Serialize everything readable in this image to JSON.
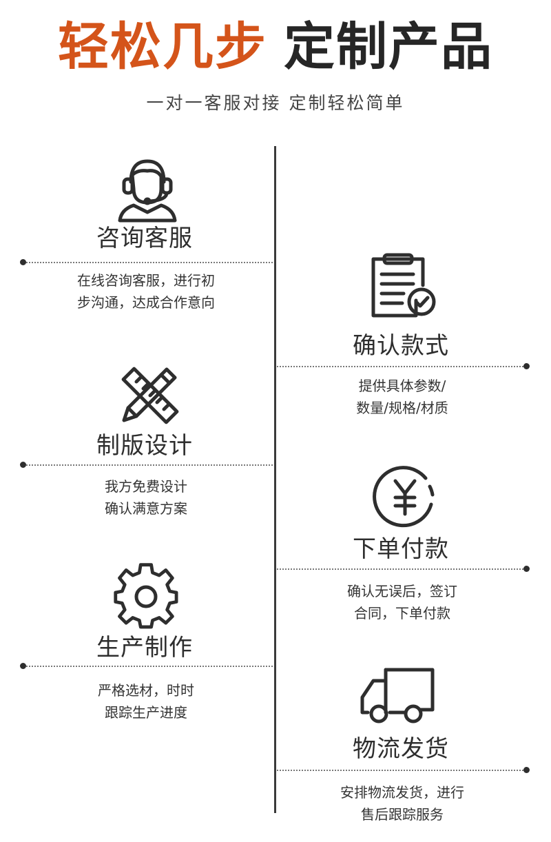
{
  "header": {
    "title_highlight": "轻松几步",
    "title_main": "定制产品",
    "subtitle": "一对一客服对接 定制轻松简单"
  },
  "steps": {
    "consult": {
      "title": "咨询客服",
      "desc_line1": "在线咨询客服，进行初",
      "desc_line2": "步沟通，达成合作意向",
      "icon": "customer-service-headset-icon"
    },
    "confirm": {
      "title": "确认款式",
      "desc_line1": "提供具体参数/",
      "desc_line2": "数量/规格/材质",
      "icon": "clipboard-check-icon"
    },
    "design": {
      "title": "制版设计",
      "desc_line1": "我方免费设计",
      "desc_line2": "确认满意方案",
      "icon": "pencil-ruler-icon"
    },
    "payment": {
      "title": "下单付款",
      "desc_line1": "确认无误后，签订",
      "desc_line2": "合同，下单付款",
      "icon": "yen-coin-icon"
    },
    "production": {
      "title": "生产制作",
      "desc_line1": "严格选材，时时",
      "desc_line2": "跟踪生产进度",
      "icon": "gear-icon"
    },
    "shipping": {
      "title": "物流发货",
      "desc_line1": "安排物流发货，进行",
      "desc_line2": "售后跟踪服务",
      "icon": "delivery-truck-icon"
    }
  },
  "colors": {
    "accent": "#d4541a",
    "dark": "#262626",
    "line": "#3a3a3a"
  }
}
